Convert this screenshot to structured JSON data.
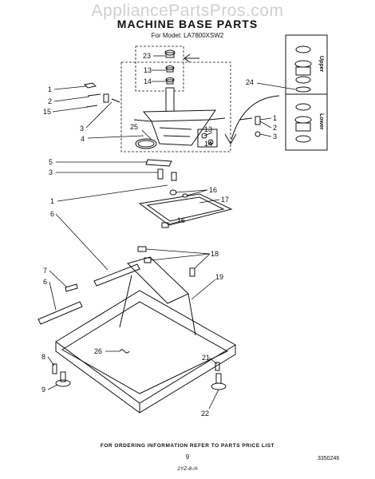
{
  "watermark": "AppliancePartsPros.com",
  "title": "MACHINE BASE PARTS",
  "subtitle": "For Model: LA7800XSW2",
  "footer": "FOR ORDERING INFORMATION REFER TO PARTS PRICE LIST",
  "page_number": "9",
  "document_number": "3350246",
  "revision_code": "2YZ-8-/#",
  "side_labels": {
    "upper": "Upper",
    "lower": "Lower"
  },
  "callouts": {
    "c23": "23",
    "c13a": "13",
    "c14a": "14",
    "c24": "24",
    "c1a": "1",
    "c2a": "2",
    "c15": "15",
    "c3a": "3",
    "c4": "4",
    "c25": "25",
    "c13b": "13",
    "c14b": "14",
    "c1b": "1",
    "c2b": "2",
    "c3b": "3",
    "c5": "5",
    "c3c": "3",
    "c16a": "16",
    "c17": "17",
    "c1c": "1",
    "c6a": "6",
    "c16b": "16",
    "c18": "18",
    "c7": "7",
    "c6b": "6",
    "c19": "19",
    "c26": "26",
    "c8": "8",
    "c9": "9",
    "c21": "21",
    "c22": "22"
  }
}
